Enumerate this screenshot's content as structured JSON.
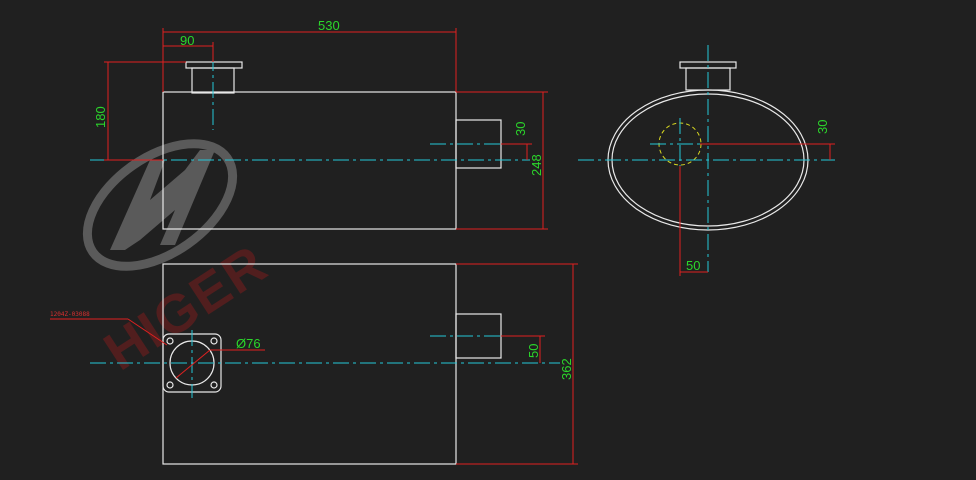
{
  "watermark": {
    "brand_text": "HIGER"
  },
  "dimensions": {
    "overall_length": "530",
    "inlet_offset": "90",
    "inlet_height": "180",
    "outlet_offset_top": "30",
    "body_height": "248",
    "end_view_offset_v": "30",
    "end_view_offset_h": "50",
    "bottom_outlet_offset": "50",
    "bottom_body_width": "362",
    "flange_diameter": "Ø76",
    "part_number": "1204Z-03088"
  },
  "colors": {
    "background": "#202020",
    "outline": "#e8e8e8",
    "centerline": "#25c7d8",
    "dimension_line": "#e02020",
    "dimension_text": "#2bd62b",
    "hidden_line": "#d8d820"
  }
}
